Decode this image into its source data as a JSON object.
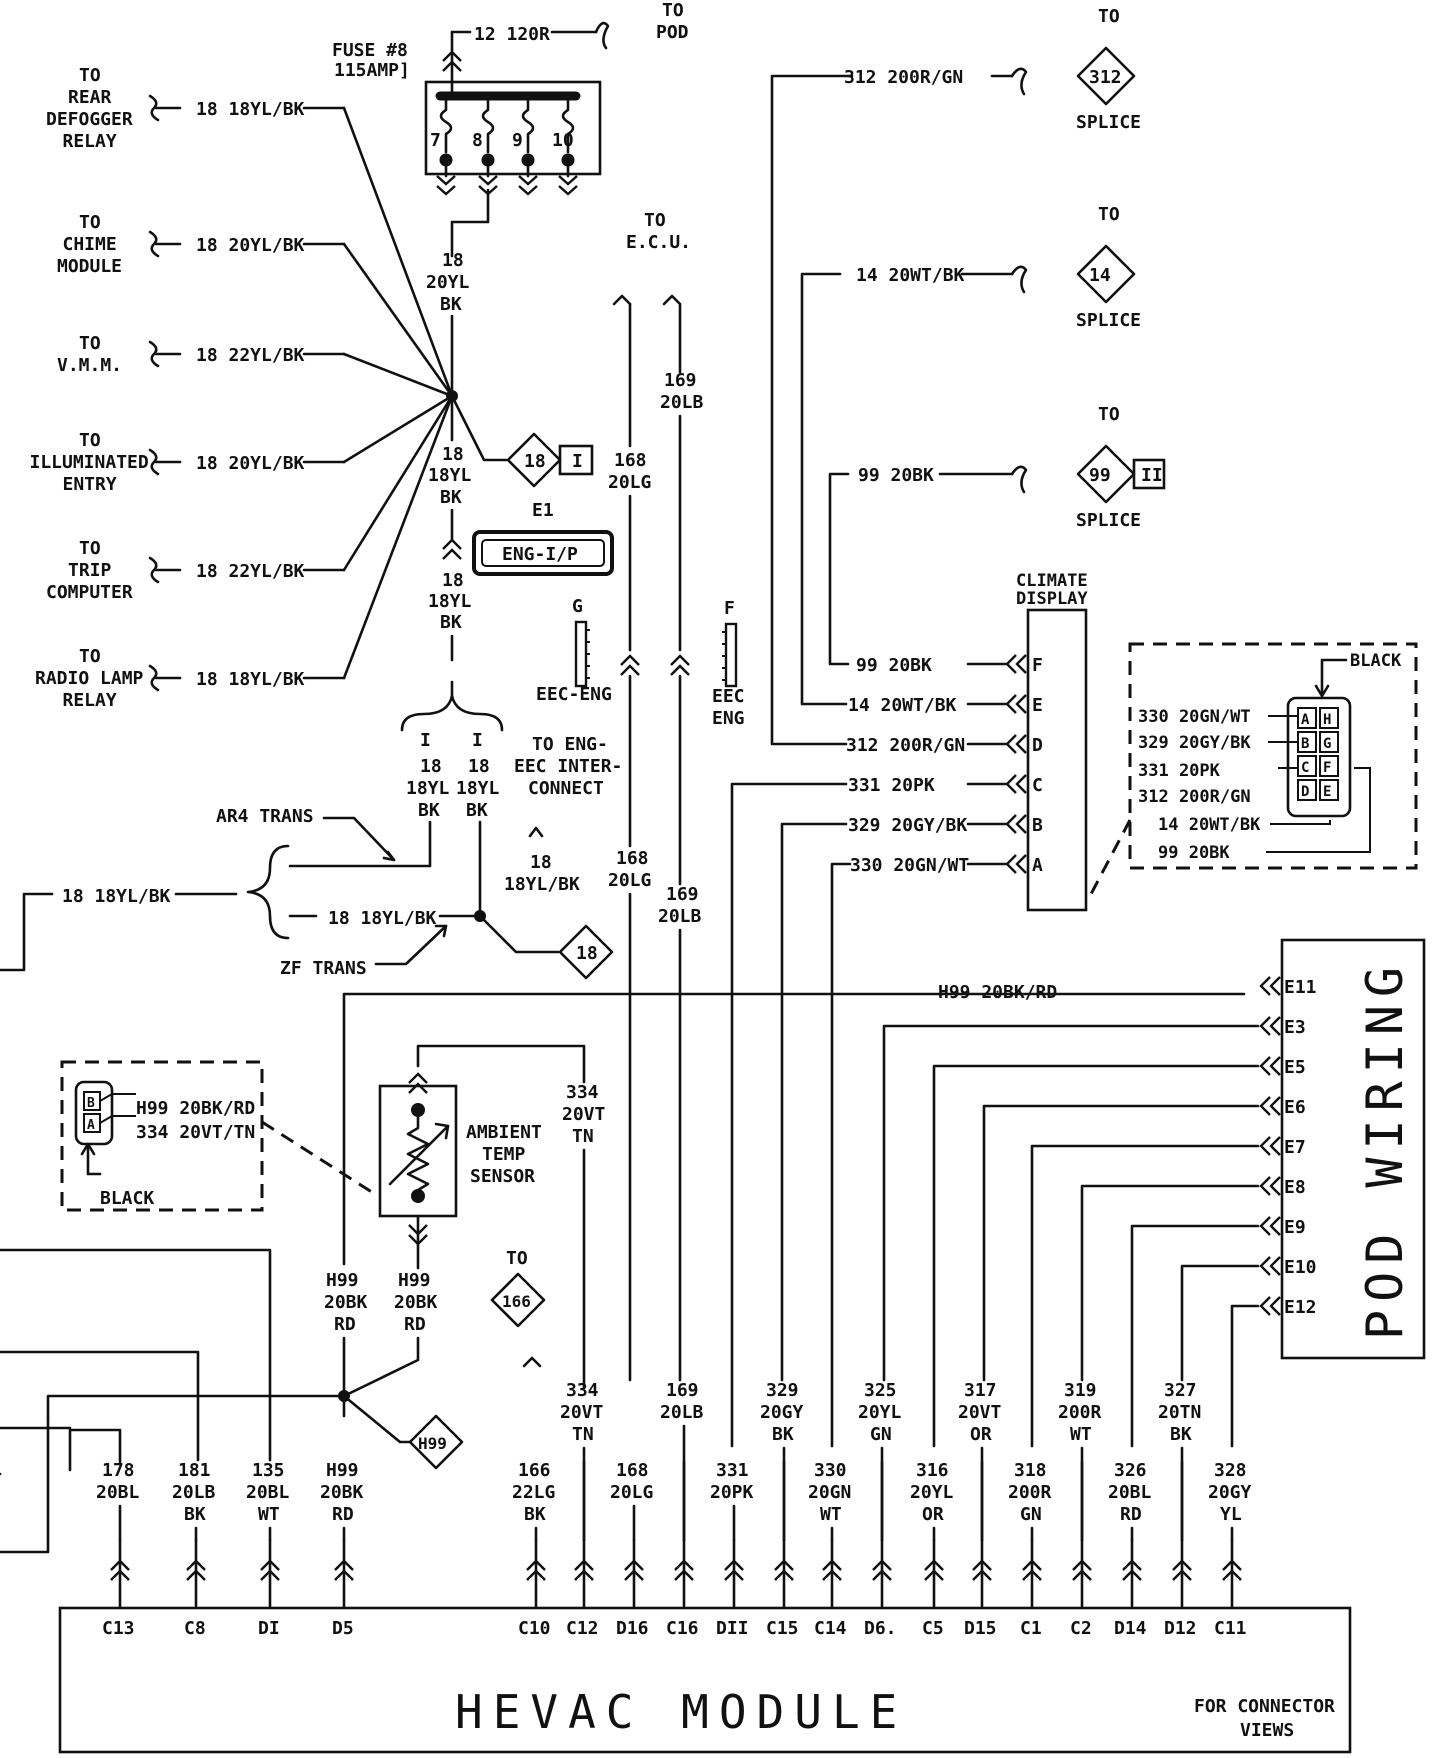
{
  "hevac": {
    "title": "HEVAC MODULE",
    "note": [
      "FOR CONNECTOR",
      "VIEWS"
    ],
    "pins": [
      {
        "id": "C13",
        "label": "C13",
        "wire": [
          "178",
          "20BL"
        ]
      },
      {
        "id": "C8",
        "label": "C8",
        "wire": [
          "181",
          "20LB",
          "BK"
        ]
      },
      {
        "id": "D1",
        "label": "DI",
        "wire": [
          "135",
          "20BL",
          "WT"
        ]
      },
      {
        "id": "D5",
        "label": "D5",
        "wire": [
          "H99",
          "20BK",
          "RD"
        ]
      },
      {
        "id": "C10",
        "label": "C10",
        "wire": [
          "166",
          "22LG",
          "BK"
        ]
      },
      {
        "id": "C12",
        "label": "C12",
        "wire": []
      },
      {
        "id": "D16",
        "label": "D16",
        "wire": [
          "168",
          "20LG"
        ]
      },
      {
        "id": "C16",
        "label": "C16",
        "wire": []
      },
      {
        "id": "D11",
        "label": "DII",
        "wire": [
          "331",
          "20PK"
        ]
      },
      {
        "id": "C15",
        "label": "C15",
        "wire": []
      },
      {
        "id": "C14",
        "label": "C14",
        "wire": [
          "330",
          "20GN",
          "WT"
        ]
      },
      {
        "id": "D6",
        "label": "D6.",
        "wire": []
      },
      {
        "id": "C5",
        "label": "C5",
        "wire": [
          "316",
          "20YL",
          "OR"
        ]
      },
      {
        "id": "D15",
        "label": "D15",
        "wire": []
      },
      {
        "id": "C1",
        "label": "C1",
        "wire": [
          "318",
          "200R",
          "GN"
        ]
      },
      {
        "id": "C2",
        "label": "C2",
        "wire": []
      },
      {
        "id": "D14",
        "label": "D14",
        "wire": [
          "326",
          "20BL",
          "RD"
        ]
      },
      {
        "id": "D12",
        "label": "D12",
        "wire": []
      },
      {
        "id": "C11",
        "label": "C11",
        "wire": [
          "328",
          "20GY",
          "YL"
        ]
      }
    ],
    "upper_wire_labels": [
      {
        "pin": "C12",
        "lines": [
          "334",
          "20VT",
          "TN"
        ]
      },
      {
        "pin": "C16",
        "lines": [
          "169",
          "20LB"
        ]
      },
      {
        "pin": "C15",
        "lines": [
          "329",
          "20GY",
          "BK"
        ]
      },
      {
        "pin": "D6",
        "lines": [
          "325",
          "20YL",
          "GN"
        ]
      },
      {
        "pin": "D15",
        "lines": [
          "317",
          "20VT",
          "OR"
        ]
      },
      {
        "pin": "C2",
        "lines": [
          "319",
          "200R",
          "WT"
        ]
      },
      {
        "pin": "D12",
        "lines": [
          "327",
          "20TN",
          "BK"
        ]
      }
    ]
  },
  "fuse": {
    "title": [
      "FUSE #8",
      "115AMP]"
    ],
    "terminals": [
      "7",
      "8",
      "9",
      "10"
    ],
    "top_wire": "12 120R",
    "top_dest": [
      "TO",
      "POD"
    ],
    "out_wire": [
      "18",
      "20YL",
      "BK"
    ]
  },
  "left_feeds": [
    {
      "dest": [
        "TO",
        "REAR",
        "DEFOGGER",
        "RELAY"
      ],
      "wire": "18 18YL/BK"
    },
    {
      "dest": [
        "TO",
        "CHIME",
        "MODULE"
      ],
      "wire": "18 20YL/BK"
    },
    {
      "dest": [
        "TO",
        "V.M.M."
      ],
      "wire": "18 22YL/BK"
    },
    {
      "dest": [
        "TO",
        "ILLUMINATED",
        "ENTRY"
      ],
      "wire": "18 20YL/BK"
    },
    {
      "dest": [
        "TO",
        "TRIP",
        "COMPUTER"
      ],
      "wire": "18 22YL/BK"
    },
    {
      "dest": [
        "TO",
        "RADIO LAMP",
        "RELAY"
      ],
      "wire": "18 18YL/BK"
    }
  ],
  "splice_18_upper": {
    "number": "18",
    "suffix": "I"
  },
  "center_wire_a": [
    "18",
    "18YL",
    "BK"
  ],
  "connector_e1": {
    "id": "E1",
    "label": "ENG-I/P"
  },
  "center_wire_b": [
    "18",
    "18YL",
    "BK"
  ],
  "center_wire_c": [
    "I",
    "18",
    "18YL",
    "BK"
  ],
  "center_wire_d": [
    "I",
    "18",
    "18YL",
    "BK"
  ],
  "eng_interconnect": [
    "TO ENG-",
    "EEC INTER-",
    "CONNECT"
  ],
  "ar4_trans": "AR4 TRANS",
  "zf_trans": "ZF TRANS",
  "left_wire_18": "18 18YL/BK",
  "zf_wire": "18 18YL/BK",
  "short_wire": [
    "18",
    "18YL/BK"
  ],
  "splice_18_lower": "18",
  "ecu": {
    "dest": [
      "TO",
      "E.C.U."
    ],
    "wire_168": [
      "168",
      "20LG"
    ],
    "wire_169": [
      "169",
      "20LB"
    ]
  },
  "eec_g": {
    "letter": "G",
    "label": "EEC-ENG"
  },
  "eec_f": {
    "letter": "F",
    "label": [
      "EEC",
      "ENG"
    ]
  },
  "splices_right": [
    {
      "wire": "312 200R/GN",
      "dest": "TO",
      "number": "312",
      "label": "SPLICE",
      "suffix": ""
    },
    {
      "wire": "14 20WT/BK",
      "dest": "TO",
      "number": "14",
      "label": "SPLICE",
      "suffix": ""
    },
    {
      "wire": "99 20BK",
      "dest": "TO",
      "number": "99",
      "label": "SPLICE",
      "suffix": "II"
    }
  ],
  "climate_display": {
    "title": [
      "CLIMATE",
      "DISPLAY"
    ],
    "pins": [
      {
        "pin": "F",
        "wire": "99 20BK"
      },
      {
        "pin": "E",
        "wire": "14 20WT/BK"
      },
      {
        "pin": "D",
        "wire": "312 200R/GN"
      },
      {
        "pin": "C",
        "wire": "331 20PK"
      },
      {
        "pin": "B",
        "wire": "329 20GY/BK"
      },
      {
        "pin": "A",
        "wire": "330 20GN/WT"
      }
    ]
  },
  "climate_connector_view": {
    "color": "BLACK",
    "wires": [
      "330 20GN/WT",
      "329 20GY/BK",
      "331 20PK",
      "312 200R/GN",
      "14 20WT/BK",
      "99 20BK"
    ],
    "cavities": [
      "A",
      "H",
      "B",
      "G",
      "C",
      "F",
      "D",
      "E"
    ]
  },
  "pod_wiring": {
    "label": "POD WIRING",
    "pins": [
      "E11",
      "E3",
      "E5",
      "E6",
      "E7",
      "E8",
      "E9",
      "E10",
      "E12"
    ],
    "top_wire": "H99 20BK/RD"
  },
  "ambient_sensor": {
    "label": [
      "AMBIENT",
      "TEMP",
      "SENSOR"
    ],
    "wire": [
      "334",
      "20VT",
      "TN"
    ]
  },
  "sensor_connector_view": {
    "color": "BLACK",
    "cavities": [
      "B",
      "A"
    ],
    "wires": [
      "H99 20BK/RD",
      "334 20VT/TN"
    ]
  },
  "h99_left": [
    "H99",
    "20BK",
    "RD"
  ],
  "h99_right": [
    "H99",
    "20BK",
    "RD"
  ],
  "splice_h99": "H99",
  "splice_166": {
    "dest": "TO",
    "number": "166"
  }
}
